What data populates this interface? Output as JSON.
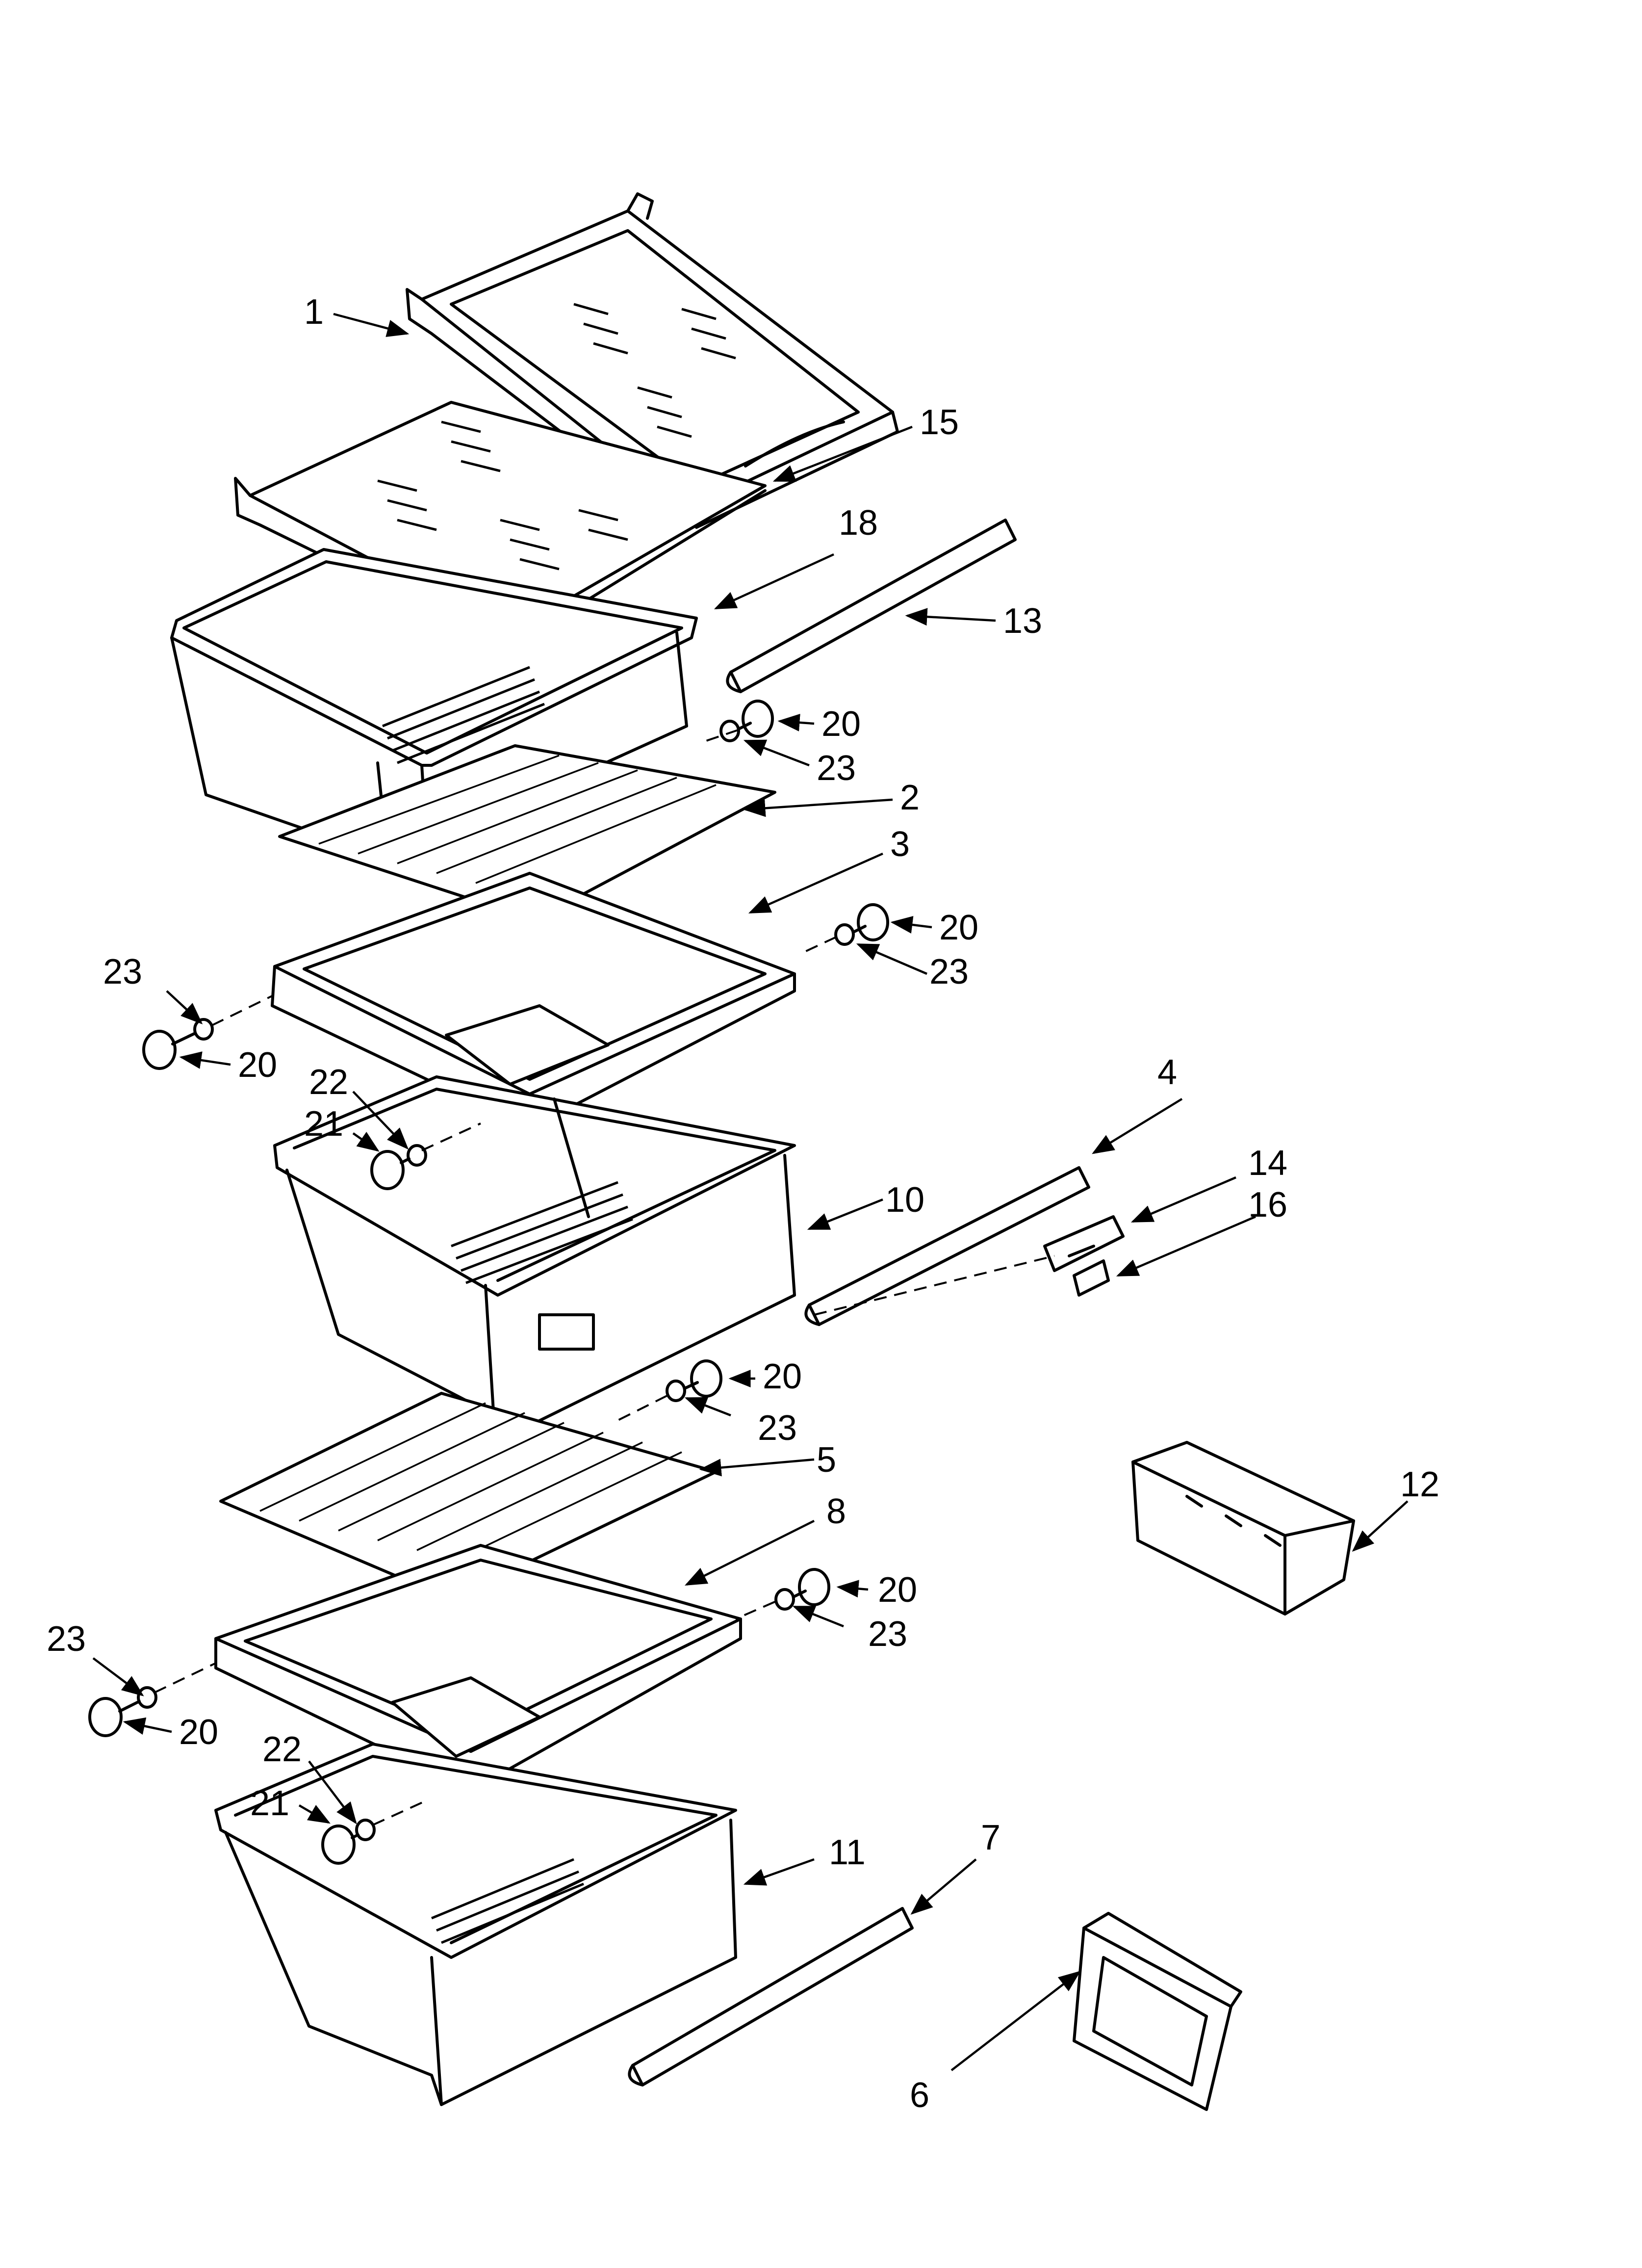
{
  "callouts": {
    "c1": "1",
    "c15": "15",
    "c18": "18",
    "c13": "13",
    "c20": "20",
    "c23": "23",
    "c2": "2",
    "c3": "3",
    "c22": "22",
    "c21": "21",
    "c4": "4",
    "c14": "14",
    "c16": "16",
    "c10": "10",
    "c5": "5",
    "c8": "8",
    "c12": "12",
    "c11": "11",
    "c7": "7",
    "c6": "6"
  }
}
